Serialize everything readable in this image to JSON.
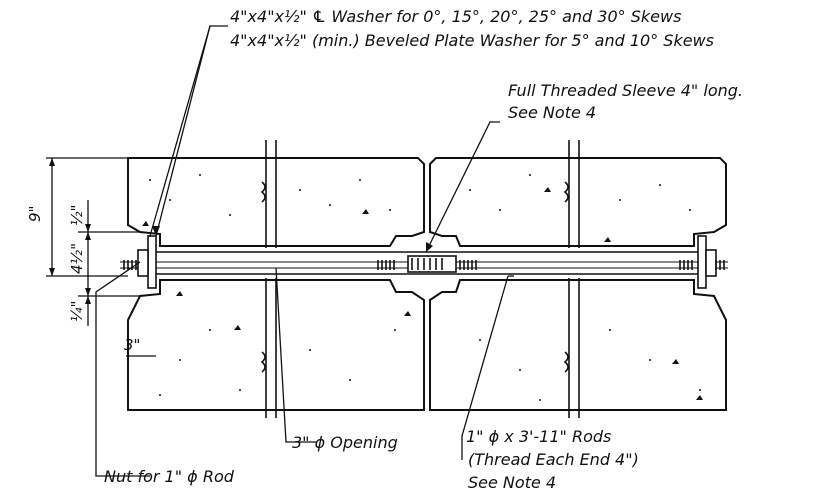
{
  "notes": {
    "washer_line1": "4\"x4\"x½\" ℄ Washer for 0°, 15°, 20°, 25° and 30° Skews",
    "washer_line2": "4\"x4\"x½\" (min.) Beveled Plate Washer for 5° and 10° Skews",
    "sleeve_line1": "Full Threaded Sleeve 4\" long.",
    "sleeve_line2": "See Note 4",
    "opening": "3\" ϕ Opening",
    "rods_line1": "1\" ϕ x 3'-11\" Rods",
    "rods_line2": "(Thread Each End 4\")",
    "rods_line3": "See Note 4",
    "nut": "Nut for 1\" ϕ Rod"
  },
  "dimensions": {
    "overall": "9\"",
    "half_top": "½\"",
    "mid": "4½\"",
    "quarter": "¼\"",
    "three": "3\""
  },
  "colors": {
    "ink": "#111111",
    "paper": "#ffffff"
  }
}
